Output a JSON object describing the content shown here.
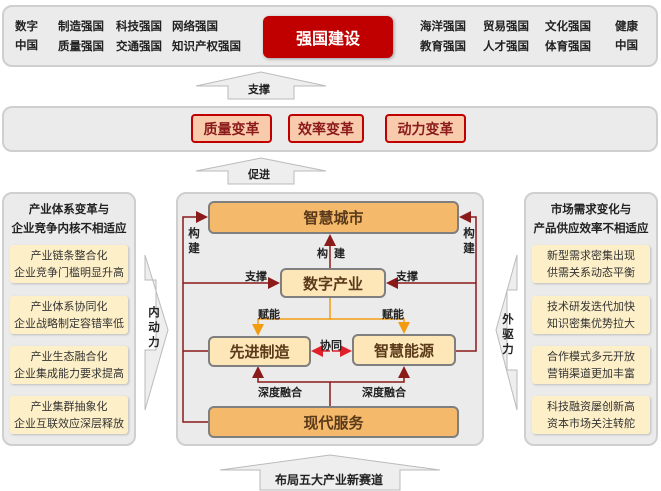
{
  "top": {
    "left_pairs": [
      "数字中国"
    ],
    "left_col1": [
      "制造强国",
      "质量强国"
    ],
    "left_col2": [
      "科技强国",
      "交通强国"
    ],
    "left_col3": [
      "网络强国",
      "知识产权强国"
    ],
    "center": "强国建设",
    "right_col1": [
      "海洋强国",
      "教育强国"
    ],
    "right_col2": [
      "贸易强国",
      "人才强国"
    ],
    "right_col3": [
      "文化强国",
      "体育强国"
    ],
    "right_single": "健康中国",
    "left_single": "数字中国"
  },
  "arrow1": "支撑",
  "changes": [
    "质量变革",
    "效率变革",
    "动力变革"
  ],
  "arrow2": "促进",
  "left_panel": {
    "title": [
      "产业体系变革与",
      "企业竞争内核不相适应"
    ],
    "items": [
      [
        "产业链条整合化",
        "企业竞争门槛明显升高"
      ],
      [
        "产业体系协同化",
        "企业战略制定容错率低"
      ],
      [
        "产业生态融合化",
        "企业集成能力要求提高"
      ],
      [
        "产业集群抽象化",
        "企业互联效应深层释放"
      ]
    ]
  },
  "inner_force": "内动力",
  "outer_force": "外驱力",
  "right_panel": {
    "title": [
      "市场需求变化与",
      "产品供应效率不相适应"
    ],
    "items": [
      [
        "新型需求密集出现",
        "供需关系动态平衡"
      ],
      [
        "技术研发迭代加快",
        "知识密集优势拉大"
      ],
      [
        "合作模式多元开放",
        "营销渠道更加丰富"
      ],
      [
        "科技融资屡创新高",
        "资本市场关注转舵"
      ]
    ]
  },
  "center": {
    "smart_city": "智慧城市",
    "digital": "数字产业",
    "manufacturing": "先进制造",
    "energy": "智慧能源",
    "service": "现代服务",
    "labels": {
      "build": "构建",
      "support": "支撑",
      "empower": "赋能",
      "collab": "协同",
      "fusion": "深度融合"
    }
  },
  "bottom_arrow": "布局五大产业新赛道"
}
